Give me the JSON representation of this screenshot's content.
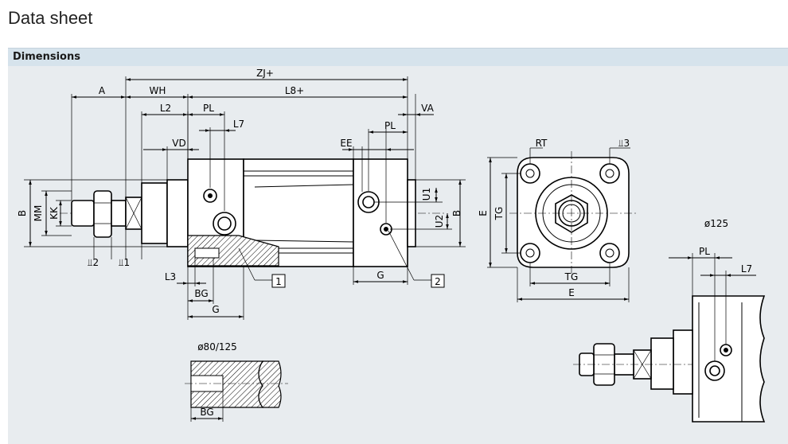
{
  "header": {
    "title": "Data sheet"
  },
  "section": {
    "title": "Dimensions"
  },
  "labels": {
    "zj": "ZJ+",
    "a": "A",
    "wh": "WH",
    "l8": "L8+",
    "l2": "L2",
    "pl": "PL",
    "l7": "L7",
    "vd": "VD",
    "va": "VA",
    "ee": "EE",
    "b": "B",
    "mm": "MM",
    "kk": "KK",
    "u1": "U1",
    "u2": "U2",
    "c2": "⫫2",
    "c1": "⫫1",
    "c3": "⫫3",
    "l3": "L3",
    "bg": "BG",
    "g": "G",
    "callout1": "1",
    "callout2": "2",
    "rt": "RT",
    "e": "E",
    "tg": "TG",
    "d125": "ø125",
    "d80125": "ø80/125"
  }
}
